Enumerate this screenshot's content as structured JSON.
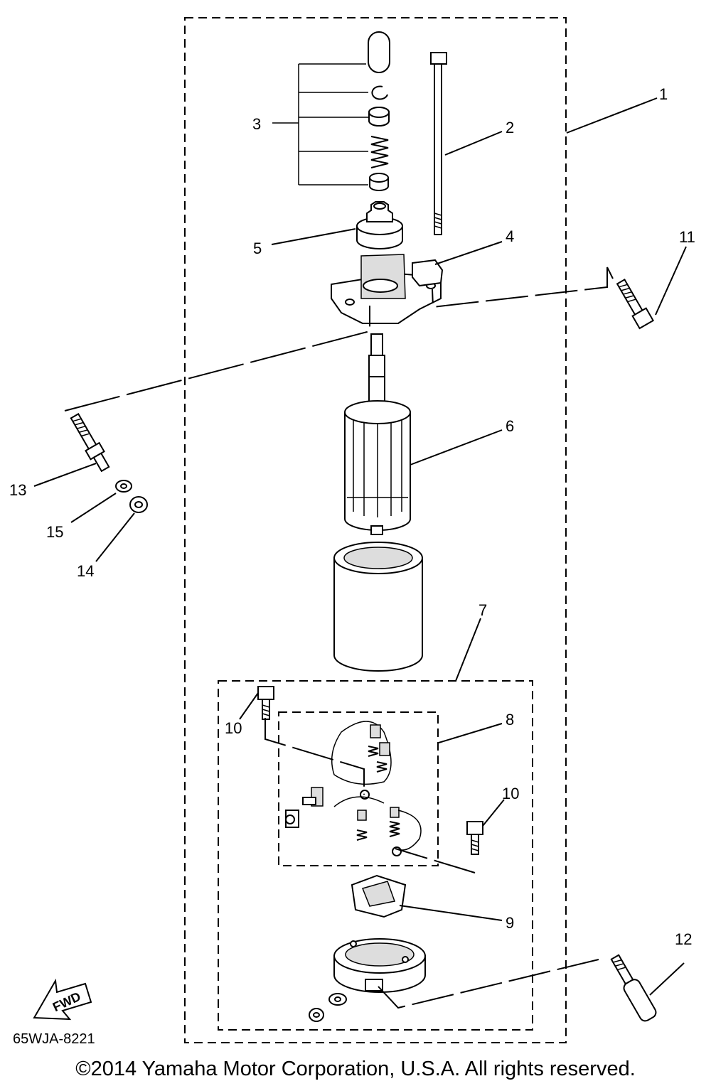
{
  "diagram": {
    "callouts": [
      "1",
      "2",
      "3",
      "4",
      "5",
      "6",
      "7",
      "8",
      "9",
      "10",
      "10",
      "11",
      "12",
      "13",
      "14",
      "15"
    ],
    "fwd_label": "FWD",
    "drawing_code": "65WJA-8221"
  },
  "footer": {
    "copyright": "©2014 Yamaha Motor Corporation, U.S.A. All rights reserved."
  }
}
